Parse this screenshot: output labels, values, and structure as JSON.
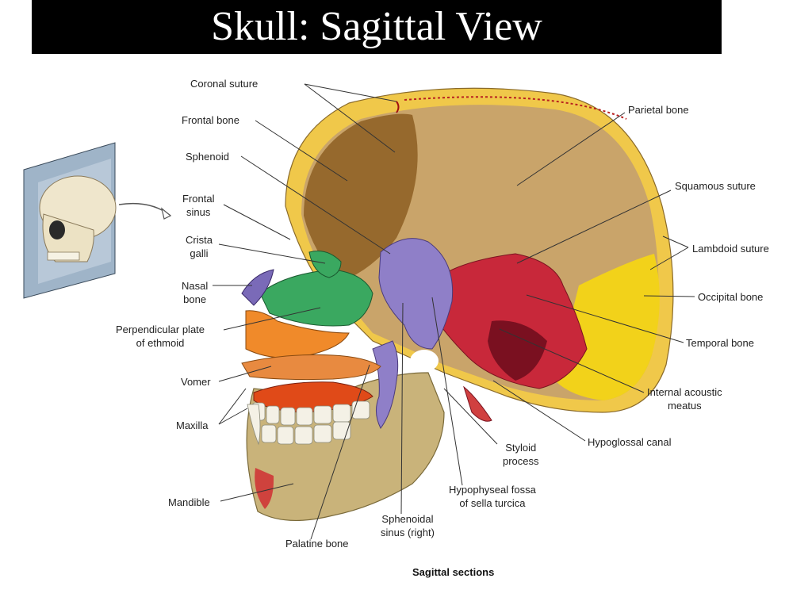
{
  "title": "Skull: Sagittal View",
  "caption": "Sagittal sections",
  "colors": {
    "background": "#ffffff",
    "title_bar": "#000000",
    "title_text": "#ffffff",
    "frontal_parietal": "#c9a46a",
    "frontal_dark": "#8a5a1e",
    "sphenoid": "#8f7fc8",
    "ethmoid": "#3aa860",
    "vomer": "#f08a2a",
    "temporal": "#c8283a",
    "occipital": "#f2d21a",
    "maxilla": "#e04a18",
    "mandible": "#c9b37a",
    "skull_edge": "#f0c84a",
    "teeth": "#f4f1e6"
  },
  "labels": {
    "coronal_suture": "Coronal suture",
    "frontal_bone": "Frontal bone",
    "sphenoid": "Sphenoid",
    "frontal_sinus": "Frontal\nsinus",
    "crista_galli": "Crista\ngalli",
    "nasal_bone": "Nasal\nbone",
    "perpendicular_plate": "Perpendicular plate\nof ethmoid",
    "vomer": "Vomer",
    "maxilla": "Maxilla",
    "mandible": "Mandible",
    "palatine_bone": "Palatine bone",
    "sphenoidal_sinus": "Sphenoidal\nsinus (right)",
    "hypophyseal_fossa": "Hypophyseal fossa\nof sella turcica",
    "styloid_process": "Styloid\nprocess",
    "hypoglossal_canal": "Hypoglossal canal",
    "internal_acoustic_meatus": "Internal acoustic\nmeatus",
    "temporal_bone": "Temporal bone",
    "occipital_bone": "Occipital bone",
    "lambdoid_suture": "Lambdoid suture",
    "squamous_suture": "Squamous suture",
    "parietal_bone": "Parietal bone"
  }
}
